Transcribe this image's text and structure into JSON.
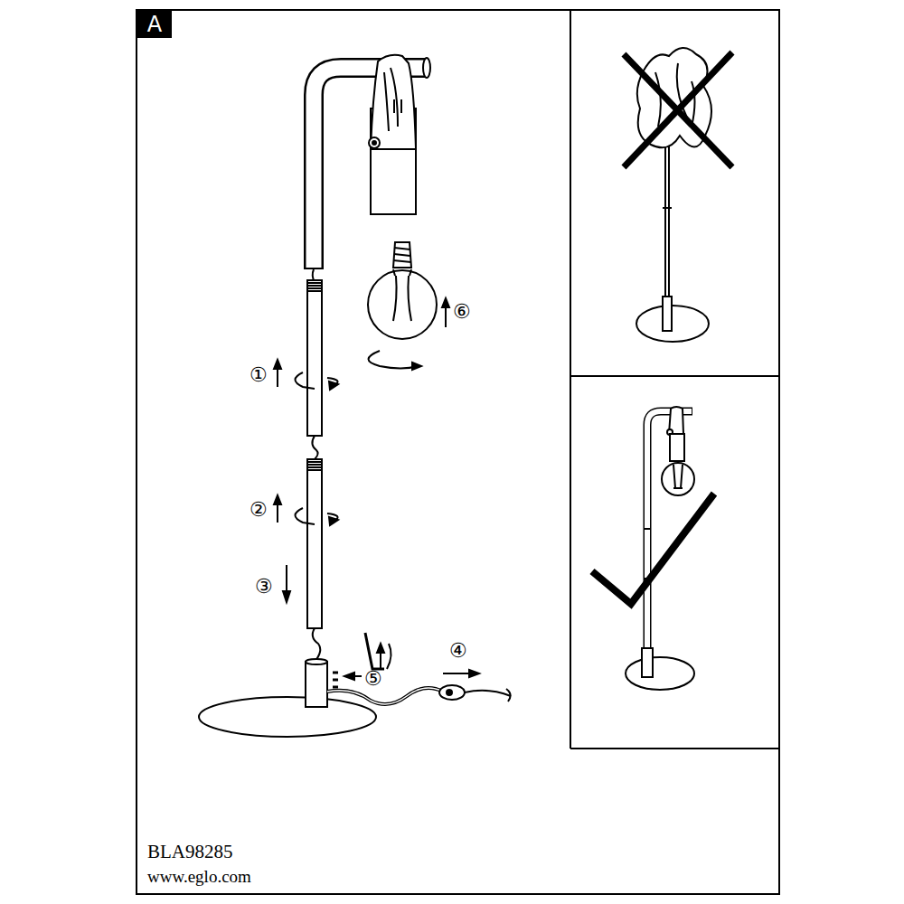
{
  "diagram": {
    "labels": [
      "A",
      "①",
      "②",
      "③",
      "④",
      "⑤",
      "⑥",
      "BLA98285",
      "www.eglo.com"
    ]
  }
}
